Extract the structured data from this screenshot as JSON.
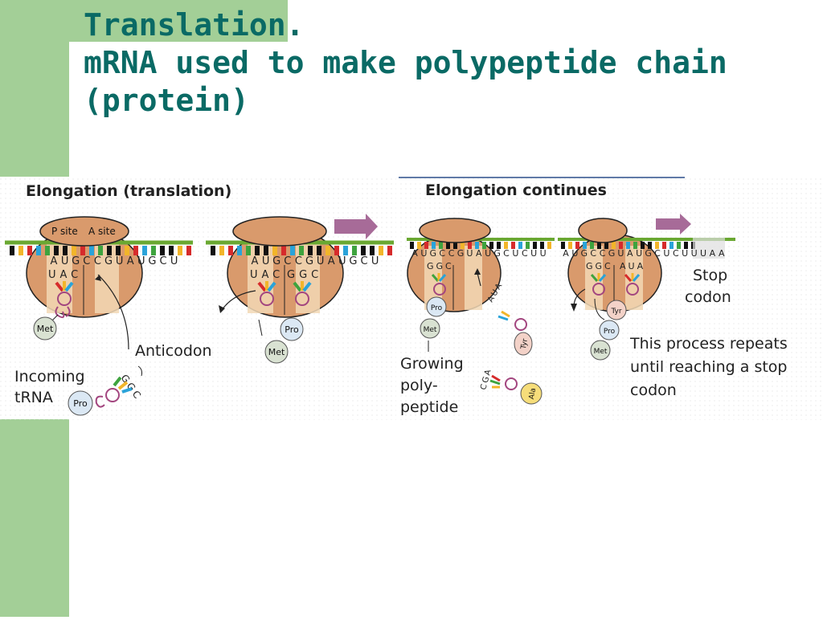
{
  "slide": {
    "title_line1": "Translation.",
    "title_line2": "mRNA used to make polypeptide chain",
    "title_line3": "(protein)"
  },
  "panel_left": {
    "heading": "Elongation (translation)",
    "p_site": "P site",
    "a_site": "A site",
    "mrna_letters_a": [
      "A",
      "U",
      "G",
      "C",
      "C",
      "G",
      "U",
      "A",
      "U",
      "G",
      "C",
      "U"
    ],
    "mrna_letters_b": [
      "A",
      "U",
      "G",
      "C",
      "C",
      "G",
      "U",
      "A",
      "U",
      "G",
      "C",
      "U"
    ],
    "anticodon_uac": "UAC",
    "anticodon_ggc": "GGC",
    "met": "Met",
    "pro": "Pro",
    "anticodon_label": "Anticodon",
    "incoming_line1": "Incoming",
    "incoming_line2": "tRNA",
    "incoming_anticodon": "GGC"
  },
  "panel_right": {
    "heading": "Elongation continues",
    "mrna_letters_a": [
      "A",
      "U",
      "G",
      "C",
      "C",
      "G",
      "U",
      "A",
      "U",
      "G",
      "C",
      "U",
      "C",
      "U",
      "U"
    ],
    "mrna_letters_b": [
      "A",
      "U",
      "G",
      "C",
      "C",
      "G",
      "U",
      "A",
      "U",
      "G",
      "C",
      "U",
      "C",
      "U",
      "U",
      "U",
      "A",
      "A"
    ],
    "anticodon_ggc": "GGC",
    "anticodon_aua": "AUA",
    "anticodon_cga": "CGA",
    "pro": "Pro",
    "met": "Met",
    "tyr": "Tyr",
    "ala": "Ala",
    "growing_line1": "Growing",
    "growing_line2": "poly-",
    "growing_line3": "peptide",
    "stop_line1": "Stop",
    "stop_line2": "codon",
    "repeat_line1": "This process repeats",
    "repeat_line2": "until reaching a stop",
    "repeat_line3": "codon"
  },
  "colors": {
    "title": "#0a6a65",
    "sidebar": "#a3cf97",
    "ribosome": "#d99a6c",
    "ribosome_stripe": "#f2d8b5",
    "mrna_line": "#6aa832",
    "arrow": "#a76b98",
    "trna_loop": "#a3467f"
  }
}
